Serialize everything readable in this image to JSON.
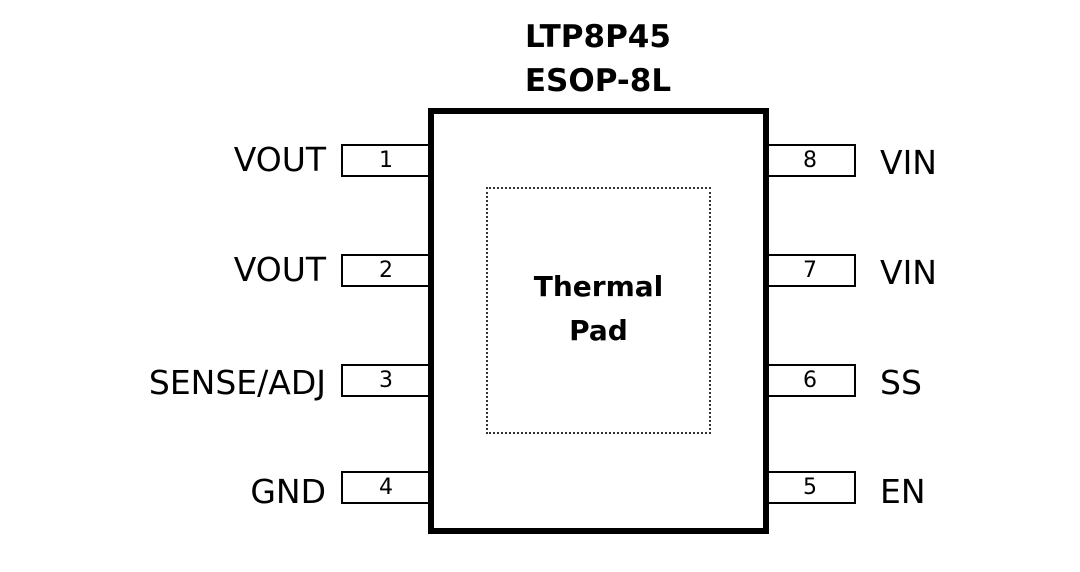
{
  "package": {
    "part_number": "LTP8P45",
    "package_name": "ESOP-8L",
    "thermal_pad_line1": "Thermal",
    "thermal_pad_line2": "Pad"
  },
  "pins": {
    "p1": {
      "number": "1",
      "name": "VOUT"
    },
    "p2": {
      "number": "2",
      "name": "VOUT"
    },
    "p3": {
      "number": "3",
      "name": "SENSE/ADJ"
    },
    "p4": {
      "number": "4",
      "name": "GND"
    },
    "p5": {
      "number": "5",
      "name": "EN"
    },
    "p6": {
      "number": "6",
      "name": "SS"
    },
    "p7": {
      "number": "7",
      "name": "VIN"
    },
    "p8": {
      "number": "8",
      "name": "VIN"
    }
  }
}
